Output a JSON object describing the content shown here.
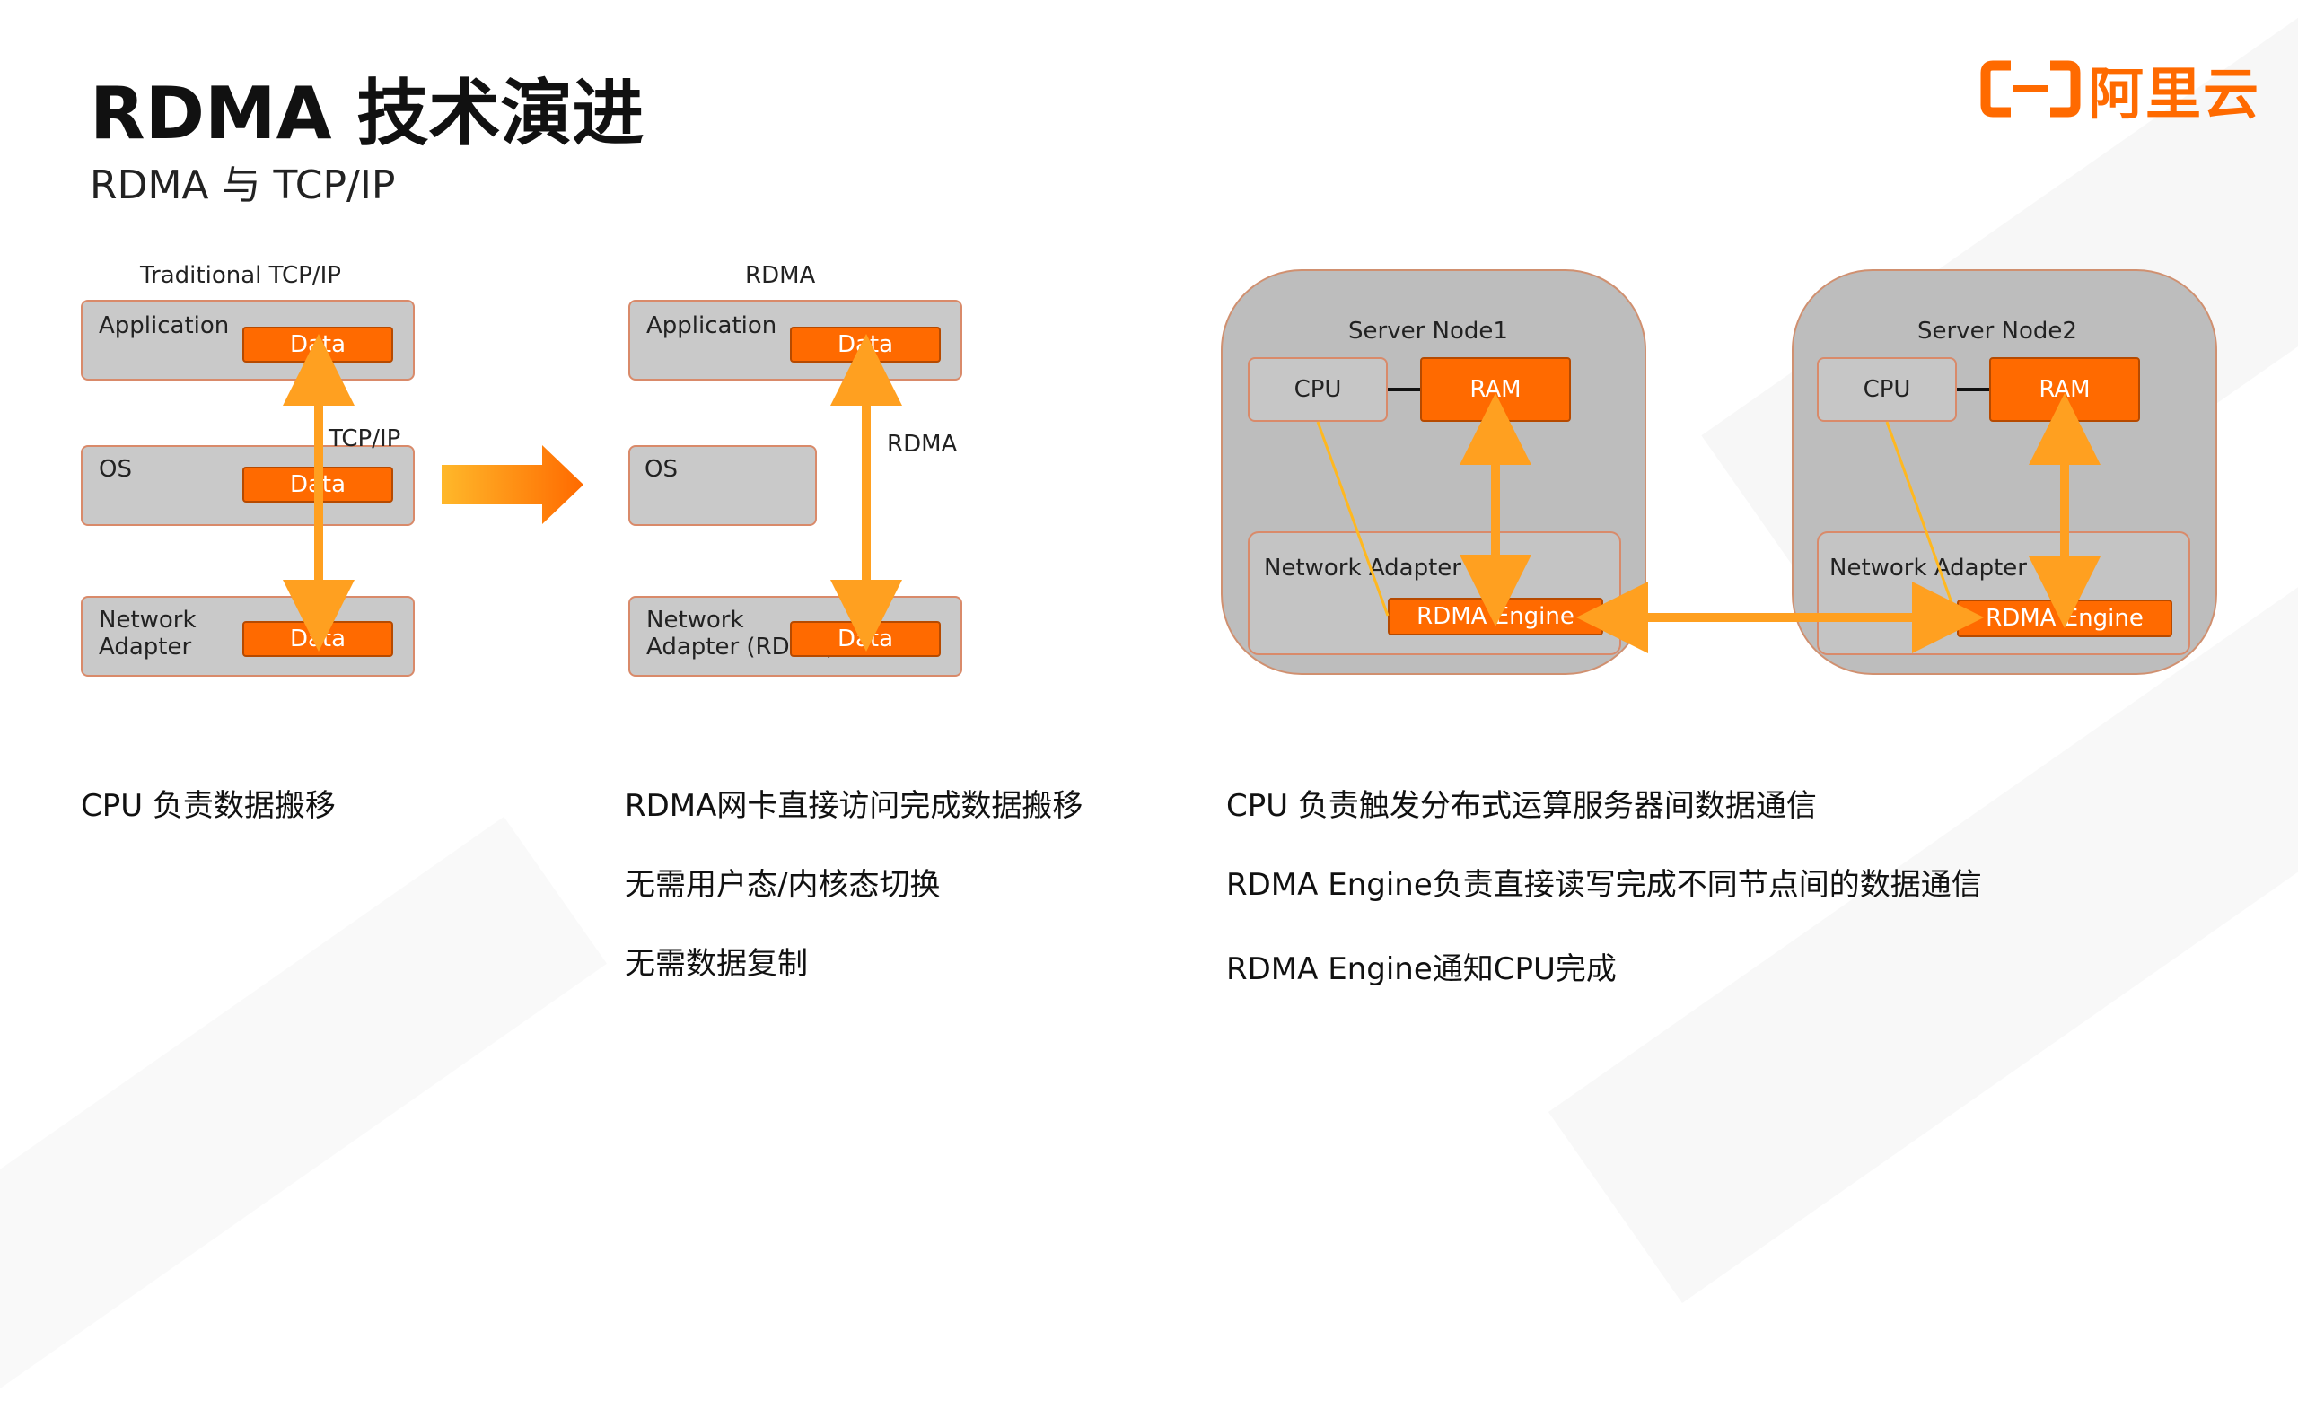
{
  "header": {
    "title": "RDMA 技术演进",
    "subtitle": "RDMA 与 TCP/IP",
    "logo_text": "阿里云"
  },
  "diagram1": {
    "caption": "Traditional TCP/IP",
    "layers": [
      {
        "label": "Application",
        "data": "Data"
      },
      {
        "label": "OS",
        "data": "Data"
      },
      {
        "label": "Network\nAdapter",
        "data": "Data"
      }
    ],
    "arrow_label": "TCP/IP"
  },
  "diagram2": {
    "caption": "RDMA",
    "layers": [
      {
        "label": "Application",
        "data": "Data"
      },
      {
        "label": "OS"
      },
      {
        "label": "Network\nAdapter (RDMA)",
        "data": "Data"
      }
    ],
    "arrow_label": "RDMA"
  },
  "diagram3": {
    "nodes": [
      {
        "title": "Server Node1",
        "cpu": "CPU",
        "ram": "RAM",
        "adapter": "Network Adapter",
        "engine": "RDMA Engine"
      },
      {
        "title": "Server Node2",
        "cpu": "CPU",
        "ram": "RAM",
        "adapter": "Network Adapter",
        "engine": "RDMA Engine"
      }
    ]
  },
  "descriptions": {
    "col1": [
      "CPU 负责数据搬移"
    ],
    "col2": [
      "RDMA网卡直接访问完成数据搬移",
      "无需用户态/内核态切换",
      "无需数据复制"
    ],
    "col3": [
      "CPU 负责触发分布式运算服务器间数据通信",
      "RDMA Engine负责直接读写完成不同节点间的数据通信",
      "RDMA Engine通知CPU完成"
    ]
  },
  "colors": {
    "accent": "#ff6a00",
    "arrow": "#ffa020",
    "box_fill": "#c9c9c9",
    "box_border": "#d98a6a"
  }
}
